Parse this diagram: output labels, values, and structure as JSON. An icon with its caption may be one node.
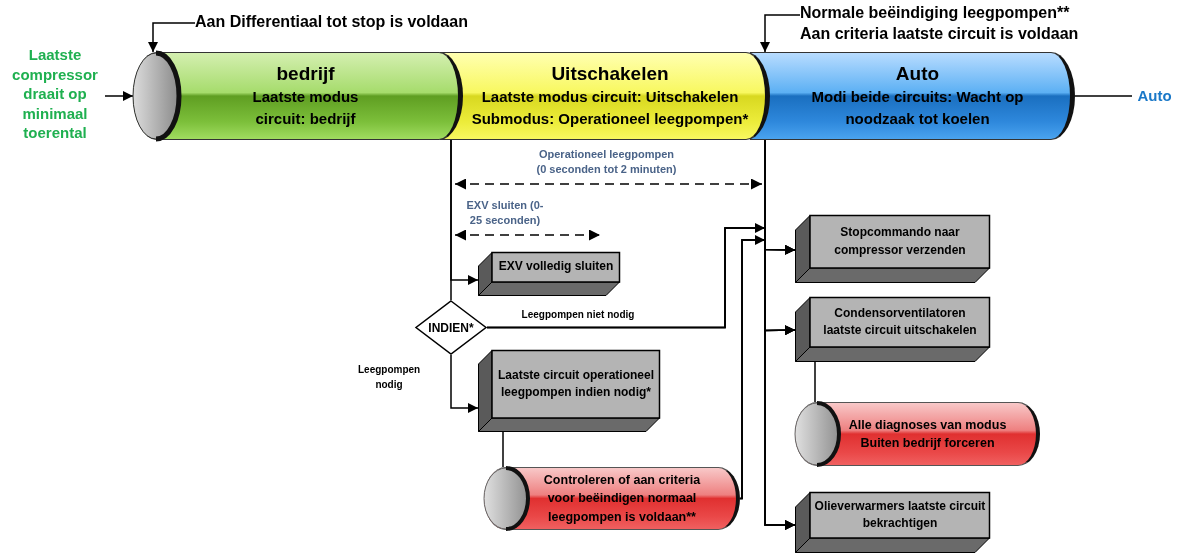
{
  "diagram": {
    "nodes": [
      {
        "text": [
          "Laatste compressor draait op minimaal toerental"
        ]
      },
      {
        "text": [
          "bedrijf",
          "Laatste modus circuit: bedrijf"
        ]
      },
      {
        "text": [
          "Uitschakelen",
          "Laatste modus circuit: Uitschakelen Submodus: Operationeel leegpompen*"
        ]
      },
      {
        "text": [
          "Auto",
          "Modi beide circuits: Wacht op noodzaak tot koelen"
        ]
      },
      {
        "text": [
          "Auto"
        ]
      },
      {
        "text": [
          "Aan Differentiaal tot stop is voldaan"
        ]
      },
      {
        "text": [
          "Normale beëindiging leegpompen** Aan criteria laatste circuit is voldaan"
        ]
      },
      {
        "text": [
          "EXV volledig sluiten"
        ]
      },
      {
        "text": [
          "INDIEN*"
        ]
      },
      {
        "text": [
          "Laatste circuit operationeel leegpompen indien nodig*"
        ]
      },
      {
        "text": [
          "Controleren of aan criteria voor beëindigen normaal leegpompen is voldaan**"
        ]
      },
      {
        "text": [
          "Stopcommando naar compressor verzenden"
        ]
      },
      {
        "text": [
          "Condensorventilatoren laatste circuit uitschakelen"
        ]
      },
      {
        "text": [
          "Alle diagnoses van modus Buiten bedrijf forceren"
        ]
      },
      {
        "text": [
          "Olieverwarmers laatste circuit bekrachtigen"
        ]
      }
    ],
    "edges": [
      {
        "from": 0,
        "to": 1,
        "arrow": "to"
      },
      {
        "from": 5,
        "to": 1,
        "arrow": "to"
      },
      {
        "from": 6,
        "to": 3,
        "arrow": "to"
      },
      {
        "from": 3,
        "to": 4,
        "arrow": "none"
      },
      {
        "from": 2,
        "to": 7,
        "arrow": "to"
      },
      {
        "from": 2,
        "to": 8,
        "arrow": "none"
      },
      {
        "from": 8,
        "to": 9,
        "arrow": "to",
        "label": "Leegpompen nodig"
      },
      {
        "from": 9,
        "to": 10,
        "arrow": "none"
      },
      {
        "from": 8,
        "to": 11,
        "arrow": "to",
        "label": "Leegpompen niet nodig"
      },
      {
        "from": 8,
        "to": 12,
        "arrow": "to"
      },
      {
        "from": 8,
        "to": 14,
        "arrow": "to"
      },
      {
        "from": 10,
        "to": 11,
        "arrow": "to"
      },
      {
        "from": 10,
        "to": 12,
        "arrow": "to"
      },
      {
        "from": 10,
        "to": 14,
        "arrow": "to"
      },
      {
        "from": 2,
        "to": 11,
        "arrow": "to"
      },
      {
        "from": 2,
        "to": 12,
        "arrow": "to"
      },
      {
        "from": 2,
        "to": 14,
        "arrow": "to"
      },
      {
        "from": 12,
        "to": 13,
        "arrow": "none"
      }
    ],
    "labels": [
      "Operationeel leegpompen (0 seconden tot 2 minuten)",
      "EXV sluiten (0-25 seconden)"
    ]
  }
}
